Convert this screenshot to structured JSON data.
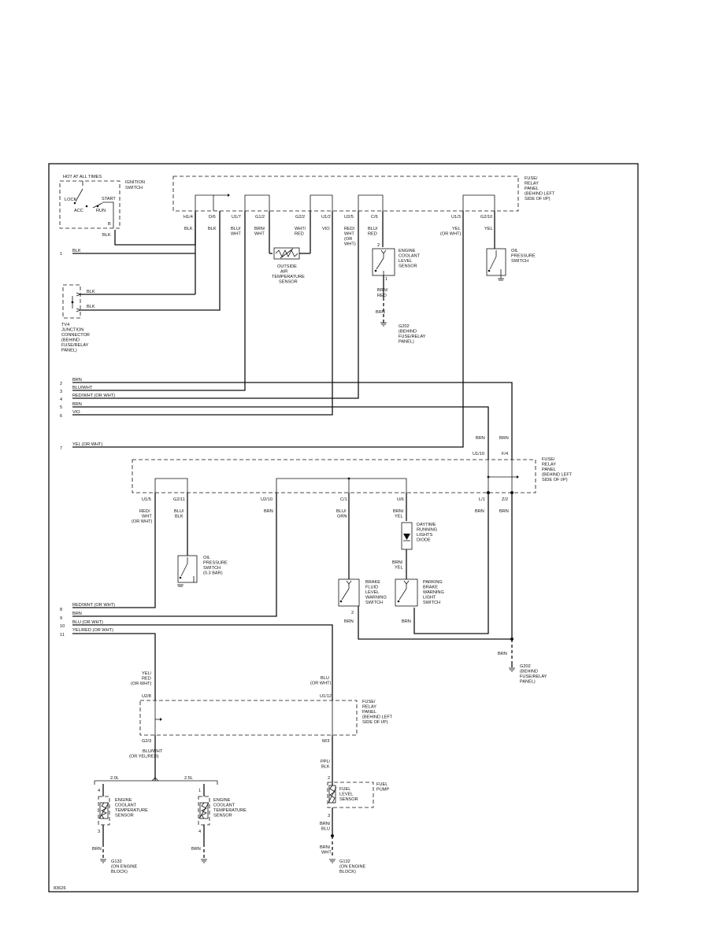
{
  "figure_id": "83626",
  "ignition": {
    "hot_label": "HOT AT ALL TIMES",
    "switch_title": [
      "IGNITION",
      "SWITCH"
    ],
    "positions": [
      "LOCK",
      "START",
      "ACC",
      "RUN"
    ],
    "pin": "B",
    "wire": "BLK"
  },
  "fuse_top": {
    "title": [
      "FUSE/",
      "RELAY",
      "PANEL",
      "(BEHIND LEFT",
      "SIDE OF I/P)"
    ],
    "pins": [
      "H1/4",
      "D/6",
      "U1/7",
      "G1/2",
      "G2/2",
      "U1/2",
      "U2/5",
      "C/6",
      "U1/3",
      "G2/10"
    ],
    "wires": [
      [
        "BLK"
      ],
      [
        "BLK"
      ],
      [
        "BLU/",
        "WHT"
      ],
      [
        "BRN/",
        "WHT"
      ],
      [
        "WHT/",
        "RED"
      ],
      [
        "VIO"
      ],
      [
        "RED/",
        "WHT",
        "(OR",
        "WHT)"
      ],
      [
        "BLU/",
        "RED"
      ],
      [
        "YEL",
        "(OR WHT)"
      ],
      [
        "YEL"
      ]
    ]
  },
  "outside_air": {
    "label": [
      "OUTSIDE",
      "AIR",
      "TEMPERATURE",
      "SENSOR"
    ]
  },
  "coolant_level": {
    "label": [
      "ENGINE",
      "COOLANT",
      "LEVEL",
      "SENSOR"
    ],
    "pin_top": "2",
    "pin_bottom": "1",
    "wire": [
      "BRN/",
      "RED"
    ],
    "ground_wire": "BRN",
    "ground": [
      "G202",
      "(BEHIND",
      "FUSE/RELAY",
      "PANEL)"
    ]
  },
  "oil_pressure_top": {
    "label": [
      "OIL",
      "PRESSURE",
      "SWITCH"
    ]
  },
  "junction": {
    "label": [
      "TV4",
      "JUNCTION",
      "CONNECTOR",
      "(BEHIND",
      "FUSE/RELAY",
      "PANEL)"
    ],
    "wire_a": "BLK",
    "wire_b": "BLK"
  },
  "connector_pins": [
    {
      "num": "1",
      "wire": "BLK"
    },
    {
      "num": "2",
      "wire": "BRN"
    },
    {
      "num": "3",
      "wire": "BLU/WHT"
    },
    {
      "num": "4",
      "wire": "RED/WHT (OR WHT)"
    },
    {
      "num": "5",
      "wire": "BRN"
    },
    {
      "num": "6",
      "wire": "VIO"
    },
    {
      "num": "7",
      "wire": "YEL (OR WHT)"
    },
    {
      "num": "8",
      "wire": "RED/WHT (OR WHT)"
    },
    {
      "num": "9",
      "wire": "BRN"
    },
    {
      "num": "10",
      "wire": "BLU (OR WHT)"
    },
    {
      "num": "11",
      "wire": "YEL/RED (OR WHT)"
    }
  ],
  "fuse_mid": {
    "title": [
      "FUSE/",
      "RELAY",
      "PANEL",
      "(BEHIND LEFT",
      "SIDE OF I/P)"
    ],
    "top_pins": [
      "U1/10",
      "F/4"
    ],
    "top_wires": [
      "BRN",
      "BRN"
    ],
    "bottom_pins": [
      "U1/5",
      "G2/11",
      "U2/10",
      "C/1",
      "U/6",
      "L/1",
      "Z/2"
    ],
    "bottom_wires": [
      [
        "RED/",
        "WHT",
        "(OR WHT)"
      ],
      [
        "BLU/",
        "BLK"
      ],
      [
        "BRN"
      ],
      [
        "BLU/",
        "GRN"
      ],
      [
        "BRN/",
        "YEL"
      ],
      [
        "BRN"
      ],
      [
        "BRN"
      ]
    ]
  },
  "oil_pressure_mid": {
    "label": [
      "OIL",
      "PRESSURE",
      "SWITCH",
      "(0.3 BAR)"
    ]
  },
  "drl_diode": {
    "label": [
      "DAYTIME",
      "RUNNING",
      "LIGHTS",
      "DIODE"
    ],
    "wire": [
      "BRN/",
      "YEL"
    ]
  },
  "brake_fluid": {
    "label": [
      "BRAKE",
      "FLUID",
      "LEVEL",
      "WARNING",
      "SWITCH"
    ],
    "pin": "2",
    "wire": "BRN"
  },
  "parking_brake": {
    "label": [
      "PARKING",
      "BRAKE",
      "WARNING",
      "LIGHT",
      "SWITCH"
    ],
    "wire": "BRN"
  },
  "ground_mid": {
    "wire": "BRN",
    "label": [
      "G202",
      "(BEHIND",
      "FUSE/RELAY",
      "PANEL)"
    ]
  },
  "fuse_low": {
    "title": [
      "FUSE/",
      "RELAY",
      "PANEL",
      "(BEHIND LEFT",
      "SIDE OF I/P)"
    ],
    "top_pins": [
      "U2/8",
      "U1/12"
    ],
    "top_wires": [
      [
        "YEL/",
        "RED",
        "(OR WHT)"
      ],
      [
        "BLU",
        "(OR WHT)"
      ]
    ],
    "bottom_pins": [
      "G2/3",
      "M/3"
    ],
    "bottom_wires": [
      [
        "BLU/WHT",
        "(OR YEL/RED)"
      ],
      [
        "PPL/",
        "BLK"
      ]
    ]
  },
  "engine_variants": [
    "2.0L",
    "2.5L"
  ],
  "coolant_temp": {
    "label": [
      "ENGINE",
      "COOLANT",
      "TEMPERATURE",
      "SENSOR"
    ],
    "left_pins": [
      "4",
      "3"
    ],
    "right_pins": [
      "1",
      "4"
    ],
    "wire": "BRN",
    "ground": [
      "G132",
      "(ON ENGINE",
      "BLOCK)"
    ]
  },
  "fuel": {
    "pump": [
      "FUEL",
      "PUMP"
    ],
    "sensor": [
      "FUEL",
      "LEVEL",
      "SENSOR"
    ],
    "pin_top": "2",
    "pin_bottom": "3",
    "wire1": [
      "BRN/",
      "BLU"
    ],
    "wire2": [
      "BRN/",
      "WHT"
    ],
    "ground": [
      "G132",
      "(ON ENGINE",
      "BLOCK)"
    ]
  }
}
